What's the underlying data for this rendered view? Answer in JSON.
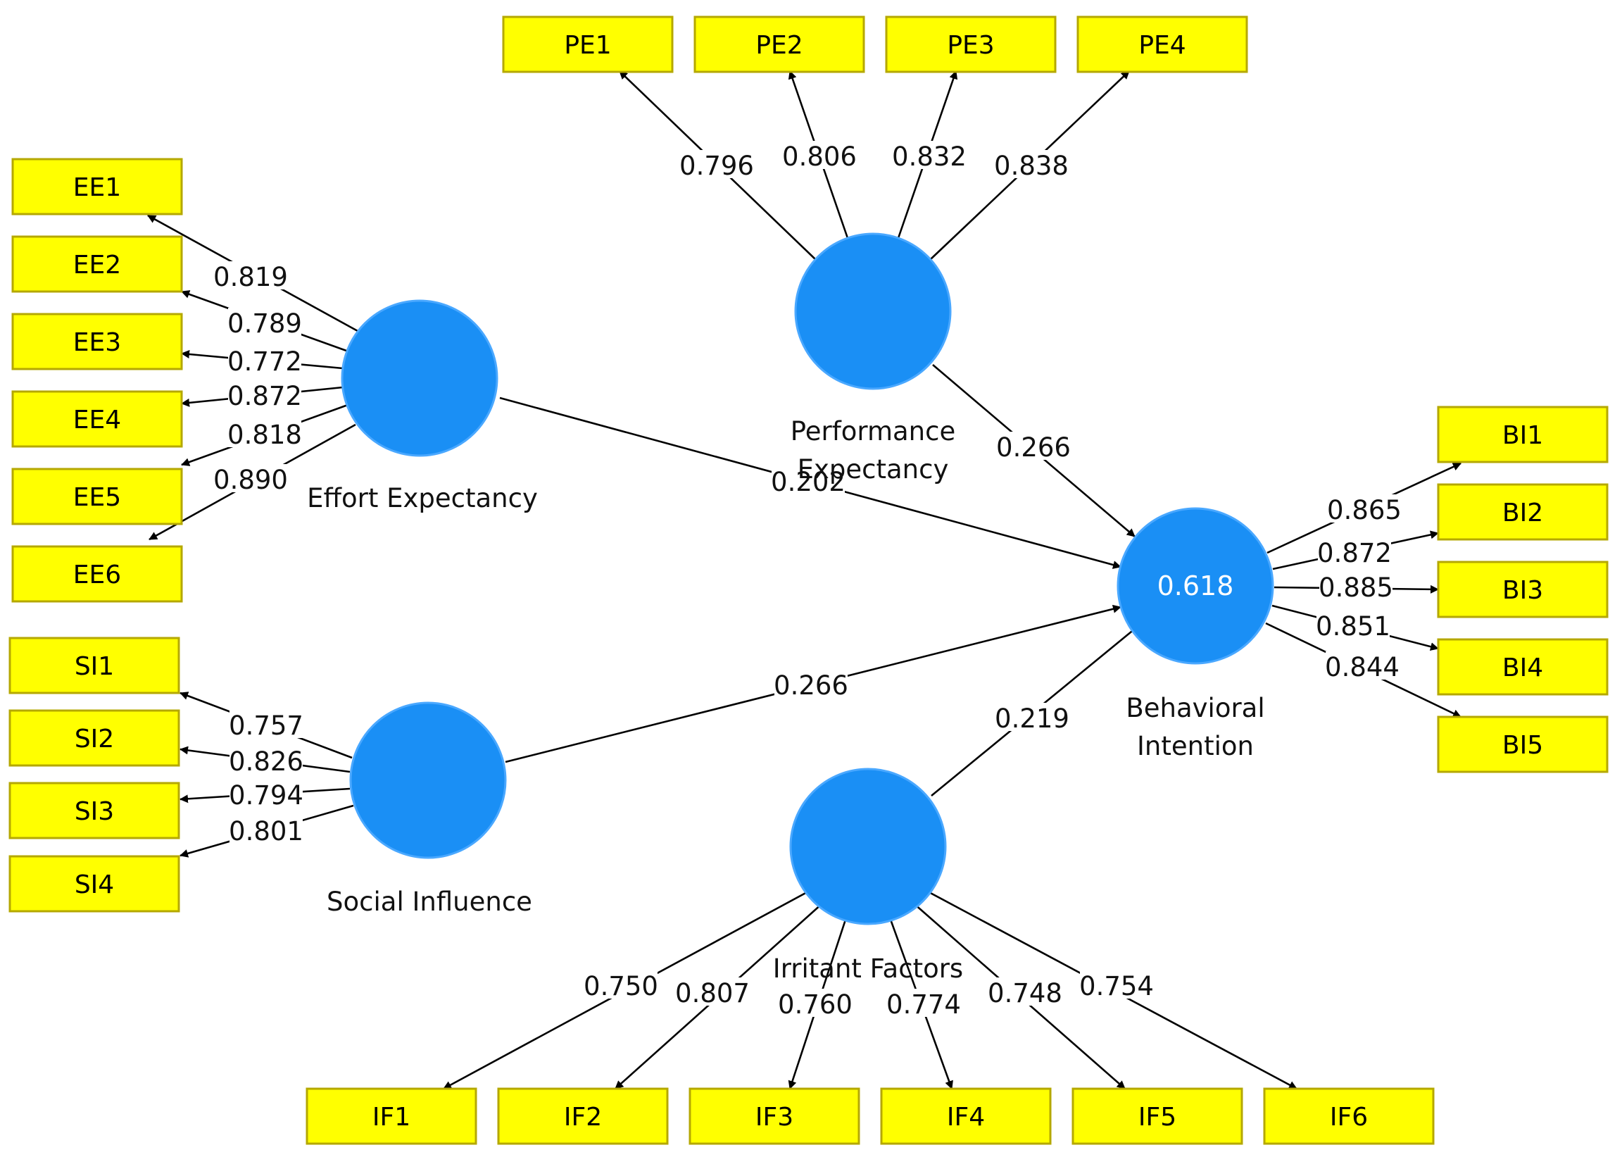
{
  "diagram": {
    "latent_variables": [
      {
        "id": "EE",
        "label": "Effort Expectancy",
        "value": ""
      },
      {
        "id": "PE",
        "label": "Performance Expectancy",
        "value": ""
      },
      {
        "id": "SI",
        "label": "Social Influence",
        "value": ""
      },
      {
        "id": "IF",
        "label": "Irritant Factors",
        "value": ""
      },
      {
        "id": "BI",
        "label": "Behavioral Intention",
        "value": "0.618"
      }
    ],
    "indicators": [
      {
        "id": "PE1",
        "label": "PE1"
      },
      {
        "id": "PE2",
        "label": "PE2"
      },
      {
        "id": "PE3",
        "label": "PE3"
      },
      {
        "id": "PE4",
        "label": "PE4"
      },
      {
        "id": "EE1",
        "label": "EE1"
      },
      {
        "id": "EE2",
        "label": "EE2"
      },
      {
        "id": "EE3",
        "label": "EE3"
      },
      {
        "id": "EE4",
        "label": "EE4"
      },
      {
        "id": "EE5",
        "label": "EE5"
      },
      {
        "id": "EE6",
        "label": "EE6"
      },
      {
        "id": "SI1",
        "label": "SI1"
      },
      {
        "id": "SI2",
        "label": "SI2"
      },
      {
        "id": "SI3",
        "label": "SI3"
      },
      {
        "id": "SI4",
        "label": "SI4"
      },
      {
        "id": "BI1",
        "label": "BI1"
      },
      {
        "id": "BI2",
        "label": "BI2"
      },
      {
        "id": "BI3",
        "label": "BI3"
      },
      {
        "id": "BI4",
        "label": "BI4"
      },
      {
        "id": "BI5",
        "label": "BI5"
      },
      {
        "id": "IF1",
        "label": "IF1"
      },
      {
        "id": "IF2",
        "label": "IF2"
      },
      {
        "id": "IF3",
        "label": "IF3"
      },
      {
        "id": "IF4",
        "label": "IF4"
      },
      {
        "id": "IF5",
        "label": "IF5"
      },
      {
        "id": "IF6",
        "label": "IF6"
      }
    ],
    "loadings": [
      {
        "from": "PE",
        "to": "PE1",
        "value": "0.796"
      },
      {
        "from": "PE",
        "to": "PE2",
        "value": "0.806"
      },
      {
        "from": "PE",
        "to": "PE3",
        "value": "0.832"
      },
      {
        "from": "PE",
        "to": "PE4",
        "value": "0.838"
      },
      {
        "from": "EE",
        "to": "EE1",
        "value": "0.819"
      },
      {
        "from": "EE",
        "to": "EE2",
        "value": "0.789"
      },
      {
        "from": "EE",
        "to": "EE3",
        "value": "0.772"
      },
      {
        "from": "EE",
        "to": "EE4",
        "value": "0.872"
      },
      {
        "from": "EE",
        "to": "EE5",
        "value": "0.818"
      },
      {
        "from": "EE",
        "to": "EE6",
        "value": "0.890"
      },
      {
        "from": "SI",
        "to": "SI1",
        "value": "0.757"
      },
      {
        "from": "SI",
        "to": "SI2",
        "value": "0.826"
      },
      {
        "from": "SI",
        "to": "SI3",
        "value": "0.794"
      },
      {
        "from": "SI",
        "to": "SI4",
        "value": "0.801"
      },
      {
        "from": "BI",
        "to": "BI1",
        "value": "0.865"
      },
      {
        "from": "BI",
        "to": "BI2",
        "value": "0.872"
      },
      {
        "from": "BI",
        "to": "BI3",
        "value": "0.885"
      },
      {
        "from": "BI",
        "to": "BI4",
        "value": "0.851"
      },
      {
        "from": "BI",
        "to": "BI5",
        "value": "0.844"
      },
      {
        "from": "IF",
        "to": "IF1",
        "value": "0.750"
      },
      {
        "from": "IF",
        "to": "IF2",
        "value": "0.807"
      },
      {
        "from": "IF",
        "to": "IF3",
        "value": "0.760"
      },
      {
        "from": "IF",
        "to": "IF4",
        "value": "0.774"
      },
      {
        "from": "IF",
        "to": "IF5",
        "value": "0.748"
      },
      {
        "from": "IF",
        "to": "IF6",
        "value": "0.754"
      }
    ],
    "paths": [
      {
        "from": "PE",
        "to": "BI",
        "value": "0.266"
      },
      {
        "from": "EE",
        "to": "BI",
        "value": "0.202"
      },
      {
        "from": "SI",
        "to": "BI",
        "value": "0.266"
      },
      {
        "from": "IF",
        "to": "BI",
        "value": "0.219"
      }
    ],
    "colors": {
      "latent_fill": "#1a8ff5",
      "indicator_fill": "#ffff00",
      "arrow": "#000000"
    }
  }
}
